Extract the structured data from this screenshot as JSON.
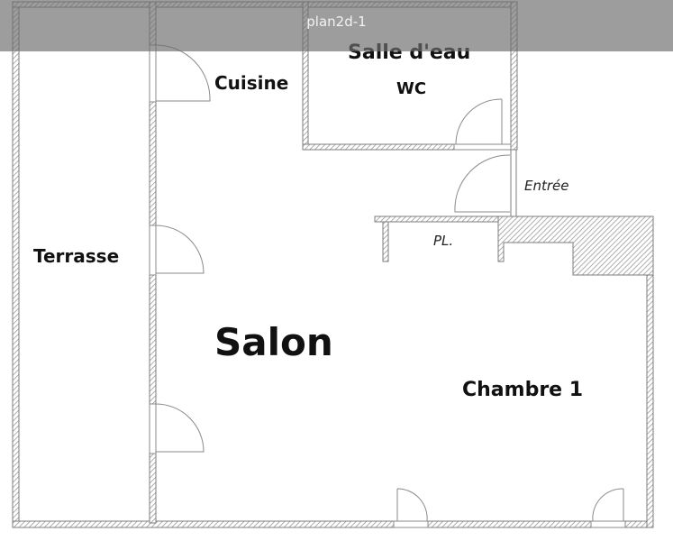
{
  "overlay": {
    "title": "plan2d-1"
  },
  "rooms": {
    "salle_deau": "Salle d'eau",
    "wc": "WC",
    "cuisine": "Cuisine",
    "terrasse": "Terrasse",
    "salon": "Salon",
    "chambre": "Chambre 1",
    "entree": "Entrée",
    "placard": "PL."
  },
  "colors": {
    "wall_stroke": "#8a8a8a",
    "hatch": "#9a9a9a",
    "overlay": "#6e6e6e",
    "label": "#111111"
  }
}
